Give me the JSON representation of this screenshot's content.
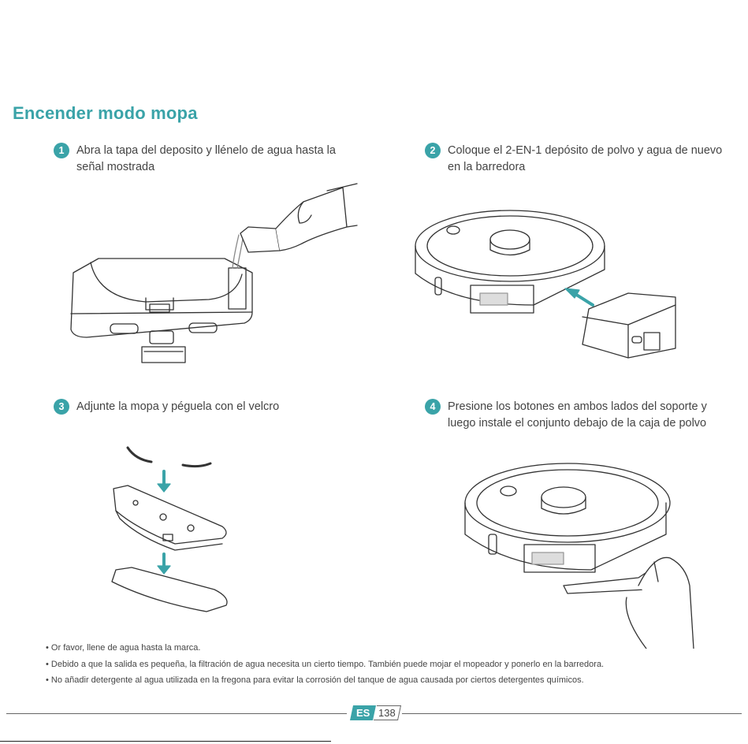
{
  "title": "Encender modo mopa",
  "steps": [
    {
      "number": "1",
      "text": "Abra la tapa del deposito y llénelo de agua hasta la señal mostrada"
    },
    {
      "number": "2",
      "text": "Coloque el 2-EN-1 depósito de polvo y agua de nuevo en la barredora"
    },
    {
      "number": "3",
      "text": "Adjunte la mopa y péguela con el velcro"
    },
    {
      "number": "4",
      "text": "Presione los botones en ambos lados del soporte y luego instale el conjunto debajo de la caja de polvo"
    }
  ],
  "notes": [
    "Or favor, llene de agua hasta la marca.",
    "Debido a que la salida es pequeña, la filtración de agua necesita un cierto tiempo. También puede mojar el mopeador y ponerlo en la barredora.",
    "No añadir detergente al agua utilizada en la fregona para evitar la corrosión del tanque de agua causada por ciertos detergentes químicos."
  ],
  "footer": {
    "language": "ES",
    "page_number": "138"
  },
  "colors": {
    "accent": "#3aa3a8",
    "text": "#444444",
    "line": "#666666"
  },
  "icons": [
    "water-tank-illustration",
    "robot-dock-illustration",
    "mop-attach-illustration",
    "mop-install-illustration"
  ]
}
